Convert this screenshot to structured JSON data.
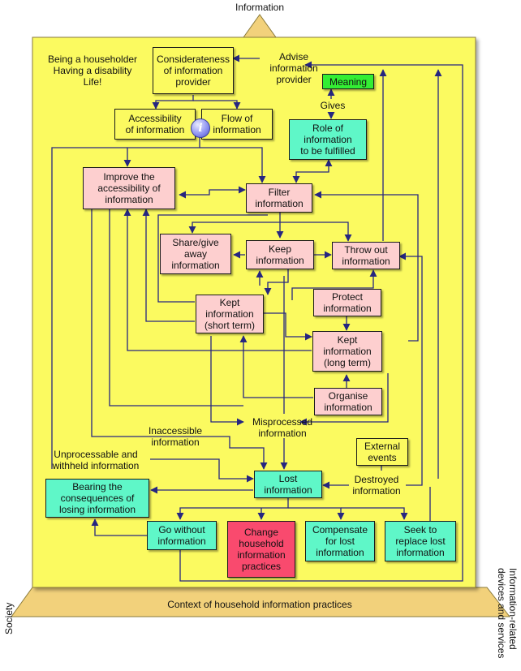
{
  "frame": {
    "top_label": "Information",
    "base_label": "Context of household information practices",
    "left_label": "Society",
    "right_label": "Information-related\ndevices and services",
    "colors": {
      "panel": "#fbfa60",
      "base": "#f2d17b",
      "arrow": "#262680"
    }
  },
  "captions": {
    "householder": "Being a householder\nHaving a disability\nLife!",
    "advise": "Advise\ninformation\nprovider",
    "gives": "Gives",
    "inaccessible": "Inaccessible\ninformation",
    "unprocessable": "Unprocessable and\nwithheld information",
    "misprocessed": "Misprocessed\ninformation",
    "destroyed": "Destroyed\ninformation"
  },
  "boxes": {
    "considerateness": "Considerateness\nof information\nprovider",
    "accessibility": "Accessibility\nof information",
    "flow": "Flow of\ninformation",
    "meaning": "Meaning",
    "role": "Role of\ninformation\nto be fulfilled",
    "improve": "Improve the\naccessibility of\ninformation",
    "filter": "Filter\ninformation",
    "share": "Share/give\naway\ninformation",
    "keep": "Keep\ninformation",
    "throwout": "Throw out\ninformation",
    "protect": "Protect\ninformation",
    "kept_short": "Kept\ninformation\n(short term)",
    "kept_long": "Kept\ninformation\n(long term)",
    "organise": "Organise\ninformation",
    "external": "External\nevents",
    "lost": "Lost\ninformation",
    "bearing": "Bearing the\nconsequences of\nlosing information",
    "gowithout": "Go without\ninformation",
    "change": "Change\nhousehold\ninformation\npractices",
    "compensate": "Compensate\nfor lost\ninformation",
    "seek": "Seek to\nreplace lost\ninformation"
  },
  "info_icon": {
    "name": "info-icon",
    "glyph": "i"
  }
}
